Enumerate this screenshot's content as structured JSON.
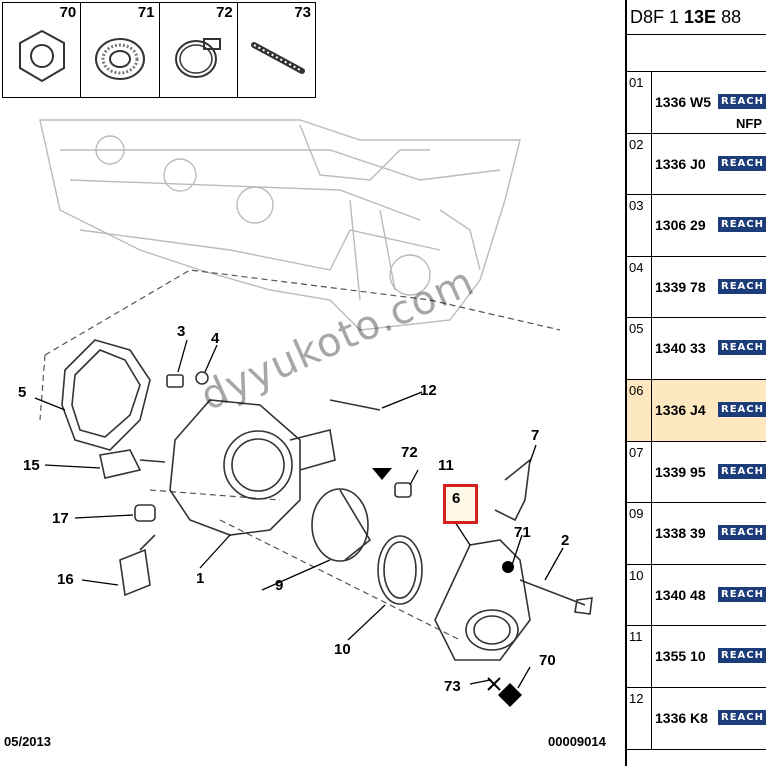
{
  "thumbs": [
    {
      "num": "70",
      "icon": "nut-icon"
    },
    {
      "num": "71",
      "icon": "washer-icon"
    },
    {
      "num": "72",
      "icon": "hose-clamp-icon"
    },
    {
      "num": "73",
      "icon": "stud-icon"
    }
  ],
  "callouts": [
    "1",
    "2",
    "3",
    "4",
    "5",
    "6",
    "7",
    "9",
    "10",
    "11",
    "12",
    "15",
    "16",
    "17",
    "70",
    "71",
    "72",
    "73"
  ],
  "watermark": "dyyukoto.com",
  "footer": {
    "date": "05/2013",
    "code": "00009014"
  },
  "panel": {
    "head_a": "D8F 1 ",
    "head_b": "13E",
    "head_c": " 88",
    "rows": [
      {
        "idx": "01",
        "ref": "1336 W5",
        "badge": "REACH",
        "note": "NFP"
      },
      {
        "idx": "02",
        "ref": "1336 J0",
        "badge": "REACH",
        "note": ""
      },
      {
        "idx": "03",
        "ref": "1306 29",
        "badge": "REACH",
        "note": ""
      },
      {
        "idx": "04",
        "ref": "1339 78",
        "badge": "REACH",
        "note": ""
      },
      {
        "idx": "05",
        "ref": "1340 33",
        "badge": "REACH",
        "note": ""
      },
      {
        "idx": "06",
        "ref": "1336 J4",
        "badge": "REACH",
        "note": "",
        "selected": true
      },
      {
        "idx": "07",
        "ref": "1339 95",
        "badge": "REACH",
        "note": ""
      },
      {
        "idx": "09",
        "ref": "1338 39",
        "badge": "REACH",
        "note": ""
      },
      {
        "idx": "10",
        "ref": "1340 48",
        "badge": "REACH",
        "note": ""
      },
      {
        "idx": "11",
        "ref": "1355 10",
        "badge": "REACH",
        "note": ""
      },
      {
        "idx": "12",
        "ref": "1336 K8",
        "badge": "REACH",
        "note": ""
      }
    ]
  },
  "colors": {
    "highlight": "#d42020",
    "selected_row": "#fde8c2",
    "badge": "#1d3c7a"
  }
}
